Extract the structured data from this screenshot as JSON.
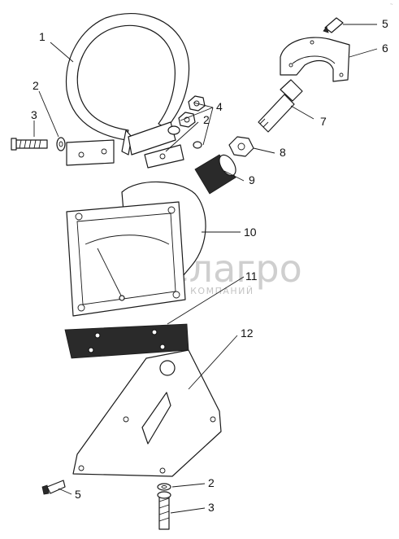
{
  "page_corner_mark": "~",
  "watermark": {
    "brand": "белагро",
    "subtitle": "ГРУППА КОМПАНИЙ",
    "color": "#cfcfcf"
  },
  "callouts": {
    "c1": "1",
    "c2a": "2",
    "c3a": "3",
    "c4": "4",
    "c2b": "2",
    "c5a": "5",
    "c6": "6",
    "c7": "7",
    "c8": "8",
    "c9": "9",
    "c10": "10",
    "c11": "11",
    "c12": "12",
    "c5b": "5",
    "c2c": "2",
    "c3b": "3"
  }
}
